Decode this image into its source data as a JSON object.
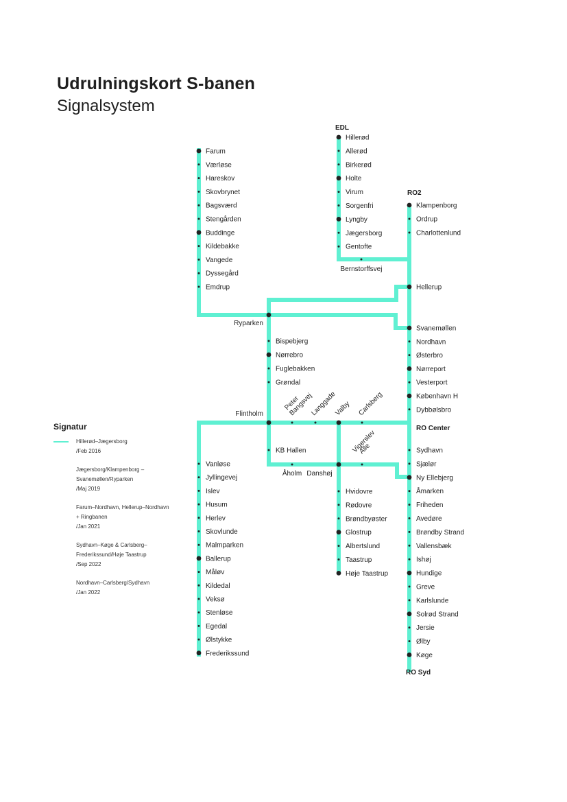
{
  "header": {
    "title": "Udrulningskort S-banen",
    "subtitle": "Signalsystem"
  },
  "colors": {
    "line": "#5ff0d2",
    "text": "#222222"
  },
  "hubs": {
    "edl": "EDL",
    "ro2": "RO2",
    "ro_center": "RO Center",
    "ro_syd": "RO Syd"
  },
  "lines": {
    "farum": [
      "Farum",
      "Værløse",
      "Hareskov",
      "Skovbrynet",
      "Bagsværd",
      "Stengården",
      "Buddinge",
      "Kildebakke",
      "Vangede",
      "Dyssegård",
      "Emdrup"
    ],
    "hillerod": [
      "Hillerød",
      "Allerød",
      "Birkerød",
      "Holte",
      "Virum",
      "Sorgenfri",
      "Lyngby",
      "Jægersborg",
      "Gentofte"
    ],
    "klampenborg": [
      "Klampenborg",
      "Ordrup",
      "Charlottenlund"
    ],
    "bernstorffsvej": "Bernstorffsvej",
    "hellerup": "Hellerup",
    "ryparken": "Ryparken",
    "ringbanen": [
      "Bispebjerg",
      "Nørrebro",
      "Fuglebakken",
      "Grøndal"
    ],
    "central": [
      "Svanemøllen",
      "Nordhavn",
      "Østerbro",
      "Nørreport",
      "Vesterport",
      "København H",
      "Dybbølsbro"
    ],
    "flintholm": "Flintholm",
    "diagonal": [
      "Peter Bangsvej",
      "Langgade",
      "Valby",
      "Carlsberg"
    ],
    "kb_hallen": "KB Hallen",
    "vigerslev": "Vigerslev Allé",
    "aholm": "Åholm",
    "danshoj": "Danshøj",
    "frederikssund": [
      "Vanløse",
      "Jyllingevej",
      "Islev",
      "Husum",
      "Herlev",
      "Skovlunde",
      "Malmparken",
      "Ballerup",
      "Måløv",
      "Kildedal",
      "Veksø",
      "Stenløse",
      "Egedal",
      "Ølstykke",
      "Frederikssund"
    ],
    "hoje_taastrup": [
      "Hvidovre",
      "Rødovre",
      "Brøndbyøster",
      "Glostrup",
      "Albertslund",
      "Taastrup",
      "Høje Taastrup"
    ],
    "koge": [
      "Sydhavn",
      "Sjælør",
      "Ny Ellebjerg",
      "Åmarken",
      "Friheden",
      "Avedøre",
      "Brøndby Strand",
      "Vallensbæk",
      "Ishøj",
      "Hundige",
      "Greve",
      "Karlslunde",
      "Solrød Strand",
      "Jersie",
      "Ølby",
      "Køge"
    ]
  },
  "major_stations": [
    "Farum",
    "Buddinge",
    "Hillerød",
    "Holte",
    "Lyngby",
    "Klampenborg",
    "Hellerup",
    "Ryparken",
    "Nørrebro",
    "Svanemøllen",
    "Nørreport",
    "København H",
    "Flintholm",
    "Valby",
    "Danshøj",
    "Ny Ellebjerg",
    "Ballerup",
    "Frederikssund",
    "Glostrup",
    "Høje Taastrup",
    "Hundige",
    "Solrød Strand",
    "Køge"
  ],
  "legend": {
    "title": "Signatur",
    "items": [
      {
        "lines": [
          "Hillerød–Jægersborg",
          "/Feb 2016"
        ]
      },
      {
        "lines": [
          "Jægersborg/Klampenborg –",
          "Svanemøllen/Ryparken",
          "/Maj 2019"
        ]
      },
      {
        "lines": [
          "Farum–Nordhavn, Hellerup–Nordhavn",
          "+ Ringbanen",
          "/Jan 2021"
        ]
      },
      {
        "lines": [
          "Sydhavn–Køge & Carlsberg–",
          "Frederikssund/Høje Taastrup",
          "/Sep 2022"
        ]
      },
      {
        "lines": [
          "Nordhavn–Carlsberg/Sydhavn",
          "/Jan 2022"
        ]
      }
    ]
  }
}
